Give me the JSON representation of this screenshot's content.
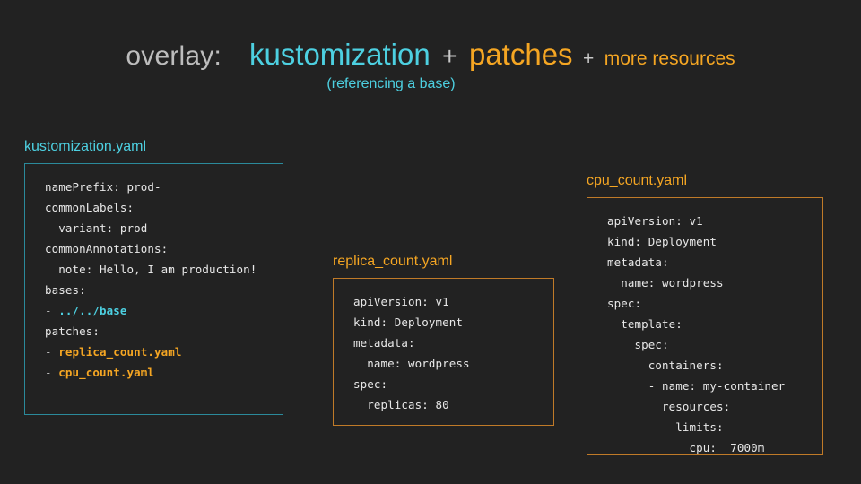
{
  "slide": {
    "background_color": "#222222",
    "accent_cyan": "#4dd0e1",
    "accent_amber": "#f5a623",
    "border_cyan": "#2b8a9b",
    "border_amber": "#c07a28"
  },
  "header": {
    "overlay_label": "overlay:",
    "kustomization": "kustomization",
    "plus_1": "+",
    "patches": "patches",
    "plus_2": "+",
    "more_resources": "more resources",
    "subtitle": "(referencing a base)"
  },
  "panels": [
    {
      "id": "kustomization",
      "label": "kustomization.yaml",
      "label_color": "#4dd0e1",
      "border_color": "#2b8a9b",
      "lines": [
        [
          {
            "text": "namePrefix: prod-",
            "style": "plain"
          }
        ],
        [
          {
            "text": "commonLabels:",
            "style": "plain"
          }
        ],
        [
          {
            "text": "  variant: prod",
            "style": "plain"
          }
        ],
        [
          {
            "text": "commonAnnotations:",
            "style": "plain"
          }
        ],
        [
          {
            "text": "  note: Hello, I am production!",
            "style": "plain"
          }
        ],
        [
          {
            "text": "bases:",
            "style": "plain"
          }
        ],
        [
          {
            "text": "- ",
            "style": "dash"
          },
          {
            "text": "../../base",
            "style": "cyan"
          }
        ],
        [
          {
            "text": "patches:",
            "style": "plain"
          }
        ],
        [
          {
            "text": "- ",
            "style": "dash"
          },
          {
            "text": "replica_count.yaml",
            "style": "amber"
          }
        ],
        [
          {
            "text": "- ",
            "style": "dash"
          },
          {
            "text": "cpu_count.yaml",
            "style": "amber"
          }
        ]
      ]
    },
    {
      "id": "replica_count",
      "label": "replica_count.yaml",
      "label_color": "#f5a623",
      "border_color": "#c07a28",
      "lines": [
        [
          {
            "text": "apiVersion: v1",
            "style": "plain"
          }
        ],
        [
          {
            "text": "kind: Deployment",
            "style": "plain"
          }
        ],
        [
          {
            "text": "metadata:",
            "style": "plain"
          }
        ],
        [
          {
            "text": "  name: wordpress",
            "style": "plain"
          }
        ],
        [
          {
            "text": "spec:",
            "style": "plain"
          }
        ],
        [
          {
            "text": "  replicas: 80",
            "style": "plain"
          }
        ]
      ]
    },
    {
      "id": "cpu_count",
      "label": "cpu_count.yaml",
      "label_color": "#f5a623",
      "border_color": "#c07a28",
      "lines": [
        [
          {
            "text": "apiVersion: v1",
            "style": "plain"
          }
        ],
        [
          {
            "text": "kind: Deployment",
            "style": "plain"
          }
        ],
        [
          {
            "text": "metadata:",
            "style": "plain"
          }
        ],
        [
          {
            "text": "  name: wordpress",
            "style": "plain"
          }
        ],
        [
          {
            "text": "spec:",
            "style": "plain"
          }
        ],
        [
          {
            "text": "  template:",
            "style": "plain"
          }
        ],
        [
          {
            "text": "    spec:",
            "style": "plain"
          }
        ],
        [
          {
            "text": "      containers:",
            "style": "plain"
          }
        ],
        [
          {
            "text": "      - name: my-container",
            "style": "plain"
          }
        ],
        [
          {
            "text": "        resources:",
            "style": "plain"
          }
        ],
        [
          {
            "text": "          limits:",
            "style": "plain"
          }
        ],
        [
          {
            "text": "            cpu:  7000m",
            "style": "plain"
          }
        ]
      ]
    }
  ]
}
